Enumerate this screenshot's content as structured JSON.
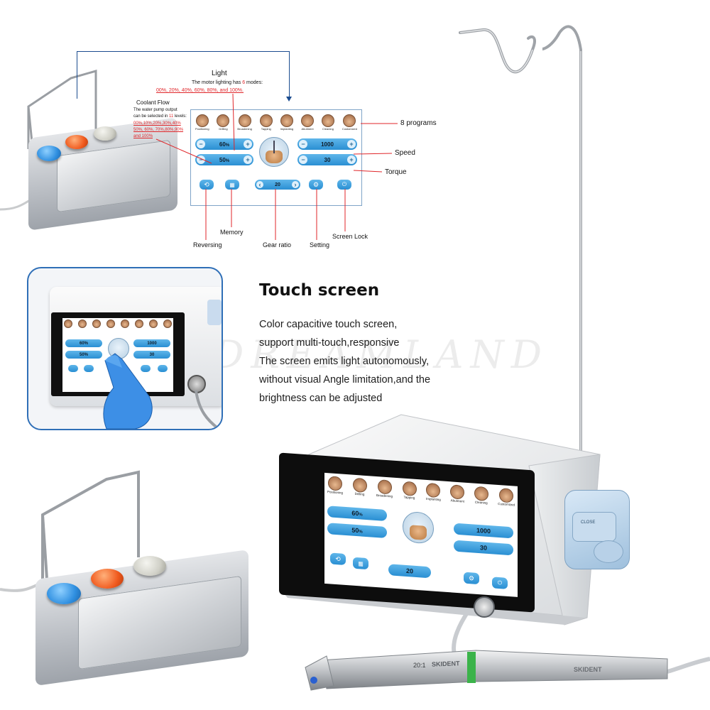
{
  "watermark": "DREAMLAND",
  "diagram": {
    "light_title": "Light",
    "light_desc_pre": "The motor lighting has ",
    "light_count": "6",
    "light_desc_post": " modes:",
    "light_modes": "00%, 20%, 40%, 60%, 80%, and 100%.",
    "coolant_title": "Coolant Flow",
    "coolant_desc1": "The water pump output",
    "coolant_desc2_pre": "can be selected in ",
    "coolant_count": "11",
    "coolant_desc2_post": " levels:",
    "coolant_levels1": "00%,10%,20%,30%,40%",
    "coolant_levels2": "50%, 60%, 70%,80%,90%",
    "coolant_levels3": "and 100%",
    "label_programs": "8 programs",
    "label_speed": "Speed",
    "label_torque": "Torque",
    "label_reversing": "Reversing",
    "label_memory": "Memory",
    "label_gear": "Gear ratio",
    "label_setting": "Setting",
    "label_lock": "Screen Lock"
  },
  "programs": [
    "Positioning",
    "Drilling",
    "Broadening",
    "Tapping",
    "Implanting",
    "Abutment",
    "Cleaning",
    "Customized"
  ],
  "screen": {
    "light_value": "60",
    "coolant_value": "50",
    "percent": "%",
    "speed_value": "1000",
    "torque_value": "30",
    "gear_value": "20",
    "minus": "−",
    "plus": "+",
    "left": "‹",
    "right": "›"
  },
  "feature": {
    "heading": "Touch screen",
    "lines": [
      "Color capacitive touch screen,",
      "support multi-touch,responsive",
      "The screen emits light autonomously,",
      "without visual Angle limitation,and the",
      "brightness can be adjusted"
    ]
  },
  "device": {
    "pump_label": "CLOSE",
    "handpiece_ratio": "20:1",
    "handpiece_brand": "SKIDENT",
    "handpiece_brand2": "SKIDENT"
  },
  "colors": {
    "accent_blue": "#2a8fd3",
    "callout_red": "#e0262a",
    "frame_blue": "#1b4c8f"
  }
}
